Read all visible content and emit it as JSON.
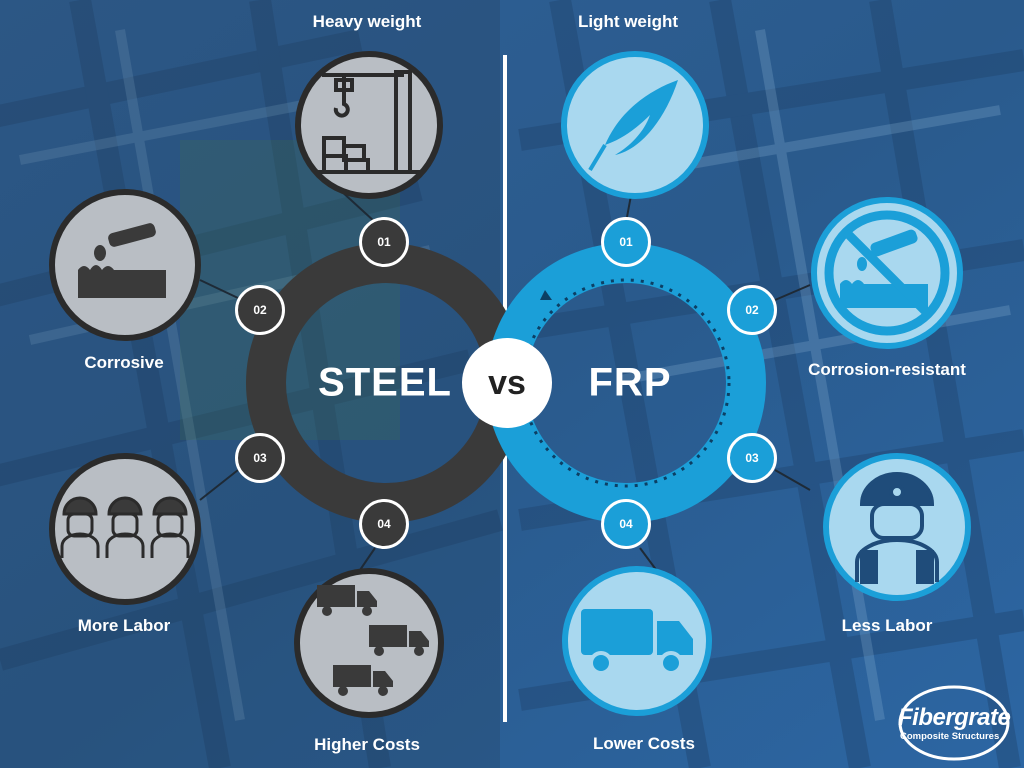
{
  "colors": {
    "steel_ring": "#3a3a3a",
    "frp_ring": "#1b9fd8",
    "steel_icon_bg": "#b9bec4",
    "frp_icon_bg": "#a9d8ef",
    "background": "#2d5d91"
  },
  "title": {
    "left": "STEEL",
    "vs": "vs",
    "right": "FRP"
  },
  "steel": [
    {
      "num": "01",
      "label": "Heavy weight",
      "icon": "crane-icon"
    },
    {
      "num": "02",
      "label": "Corrosive",
      "icon": "corrosion-icon"
    },
    {
      "num": "03",
      "label": "More Labor",
      "icon": "workers-group-icon"
    },
    {
      "num": "04",
      "label": "Higher Costs",
      "icon": "trucks-icon"
    }
  ],
  "frp": [
    {
      "num": "01",
      "label": "Light weight",
      "icon": "feather-icon"
    },
    {
      "num": "02",
      "label": "Corrosion-resistant",
      "icon": "no-corrosion-icon"
    },
    {
      "num": "03",
      "label": "Less Labor",
      "icon": "worker-icon"
    },
    {
      "num": "04",
      "label": "Lower Costs",
      "icon": "truck-icon"
    }
  ],
  "logo": {
    "name": "Fibergrate",
    "tagline": "Composite Structures"
  }
}
